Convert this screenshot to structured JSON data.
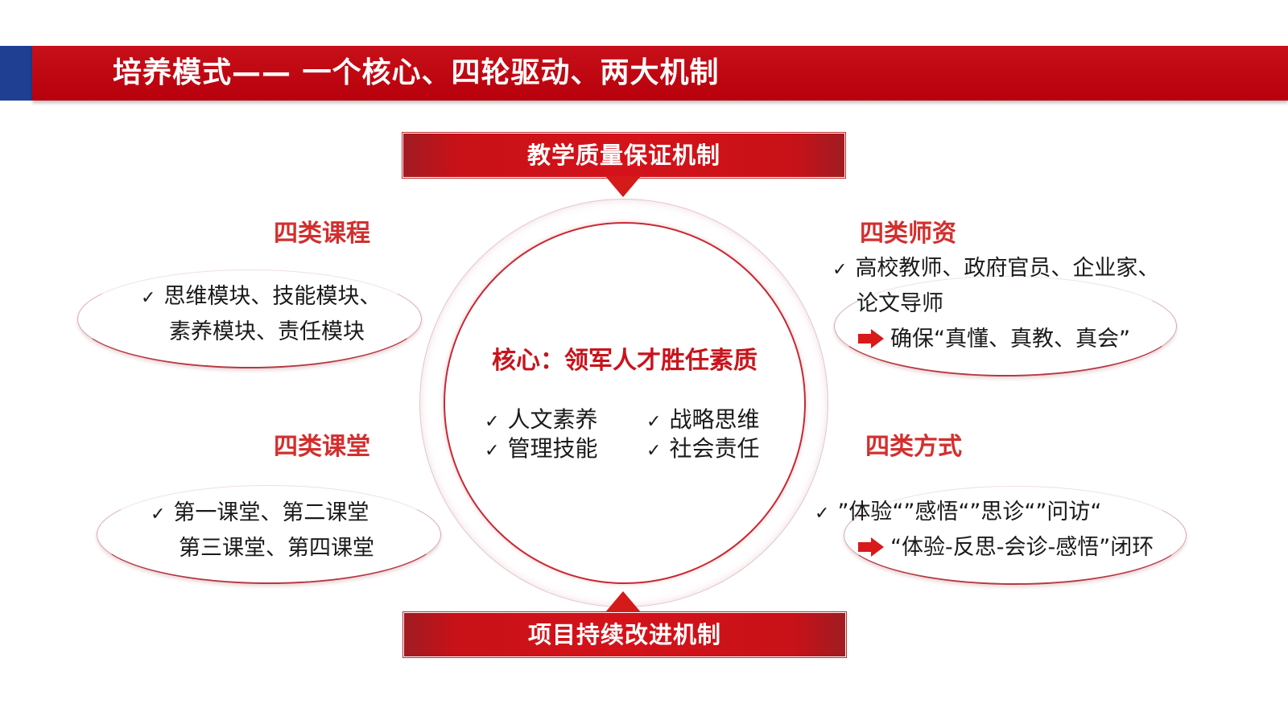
{
  "header": {
    "title": "培养模式—— 一个核心、四轮驱动、两大机制",
    "band_color": "#c0000c",
    "accent_color": "#1f3f93"
  },
  "mechanisms": {
    "top": "教学质量保证机制",
    "bottom": "项目持续改进机制"
  },
  "core": {
    "title": "核心：领军人才胜任素质",
    "items": [
      "人文素养",
      "战略思维",
      "管理技能",
      "社会责任"
    ]
  },
  "courses": {
    "heading": "四类课程",
    "line1": "思维模块、技能模块、",
    "line2": "素养模块、责任模块"
  },
  "teachers": {
    "heading": "四类师资",
    "line1": "高校教师、政府官员、企业家、",
    "line2": "论文导师",
    "line3": "确保“真懂、真教、真会”"
  },
  "classes": {
    "heading": "四类课堂",
    "line1": "第一课堂、第二课堂",
    "line2": "第三课堂、第四课堂"
  },
  "methods": {
    "heading": "四类方式",
    "line1": "”体验“”感悟“”思诊“”问访“",
    "line2": "“体验-反思-会诊-感悟”闭环"
  },
  "icons": {
    "check": "✓",
    "arrow": "red-right-arrow-icon"
  }
}
